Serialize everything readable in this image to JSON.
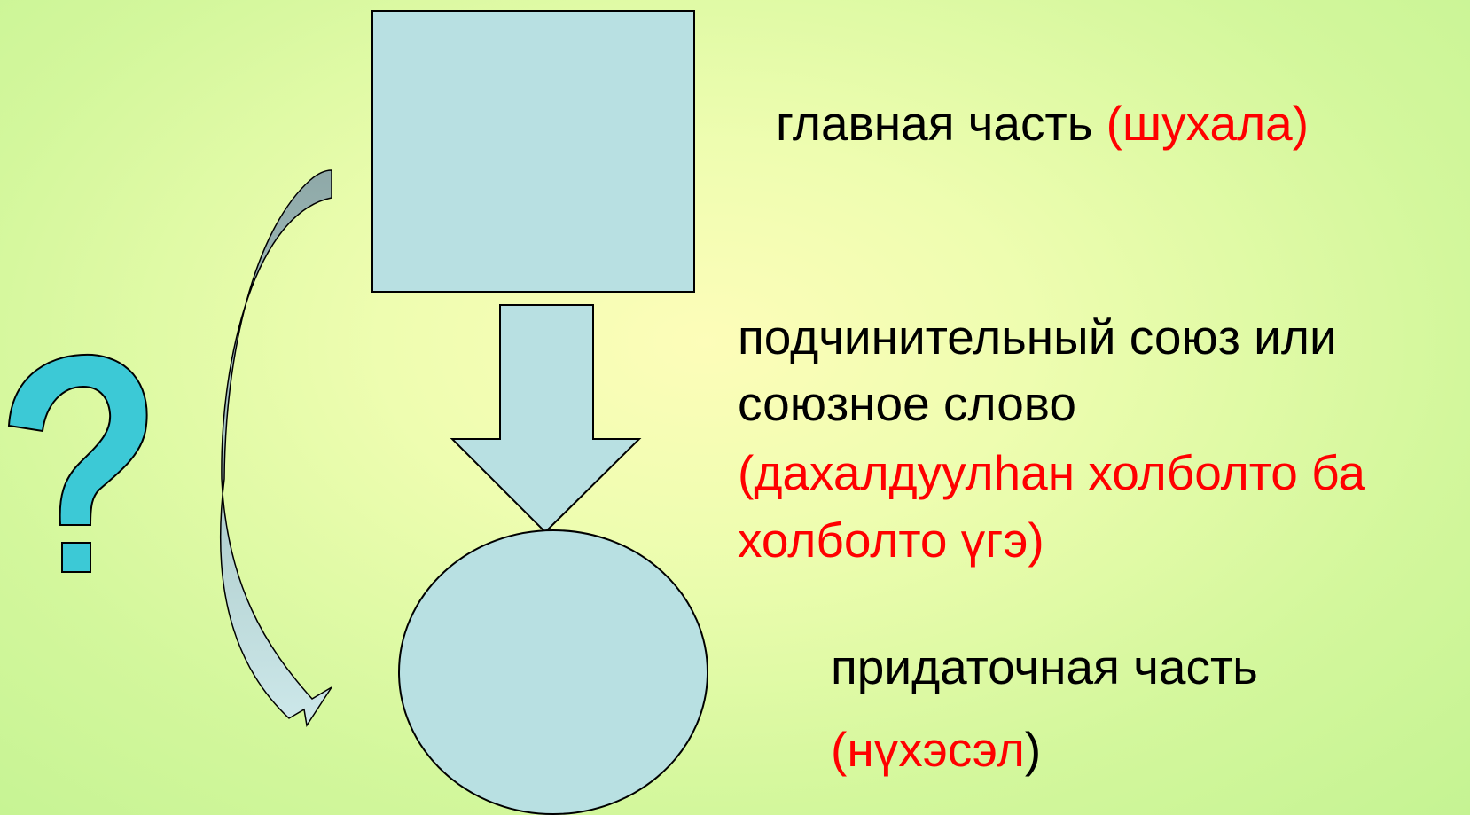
{
  "labels": {
    "main": {
      "text": "главная часть",
      "translation": "(шухала)"
    },
    "conjunction": {
      "line1": "подчинительный союз или",
      "line2": "союзное слово",
      "translation_line1": "(дахалдуулhан холболто ба",
      "translation_line2": "холболто үгэ)"
    },
    "subordinate": {
      "text": "придаточная часть",
      "translation": "(нүхэсэл",
      "close_paren": ")"
    }
  },
  "question_mark": "?",
  "colors": {
    "shape_fill": "#b8e0e2",
    "curved_arrow_top": "#8fa9a8",
    "question_fill": "#3cc9d6",
    "accent_text": "#ff0000"
  },
  "icons": {
    "question": "question-mark-icon",
    "down_arrow": "down-arrow-icon",
    "curved_arrow": "curved-arrow-icon"
  }
}
